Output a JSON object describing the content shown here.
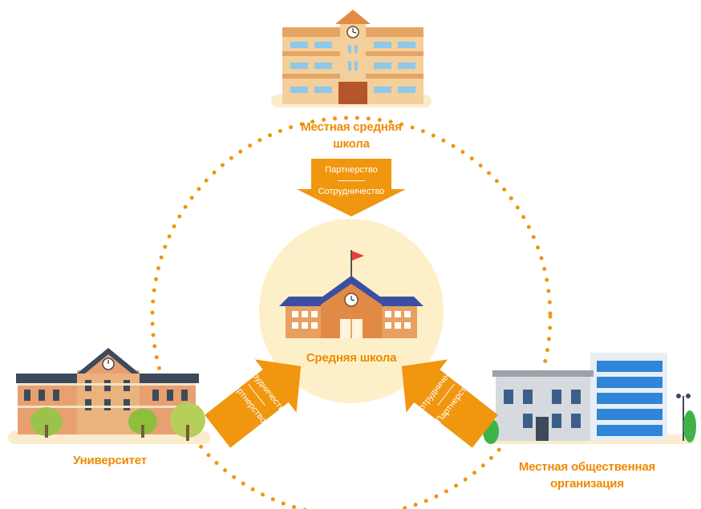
{
  "nodes": {
    "local_school": {
      "label": "Местная средняя школа"
    },
    "center_school": {
      "label": "Средняя школа"
    },
    "university": {
      "label": "Университет"
    },
    "community_org": {
      "label": "Местная общественная организация"
    }
  },
  "arrows": {
    "top": {
      "line1": "Партнерство",
      "line2": "Сотрудничество"
    },
    "left": {
      "line1": "Сотрудничество",
      "line2": "Партнерство"
    },
    "right": {
      "line1": "Сотрудничество",
      "line2": "Партнерство"
    }
  },
  "colors": {
    "accent": "#ee8a00",
    "arrow": "#f0960f",
    "center_circle": "#fdf0c8",
    "roof_blue": "#3a4fa3",
    "brick": "#e08a45",
    "flag": "#e8413a"
  }
}
